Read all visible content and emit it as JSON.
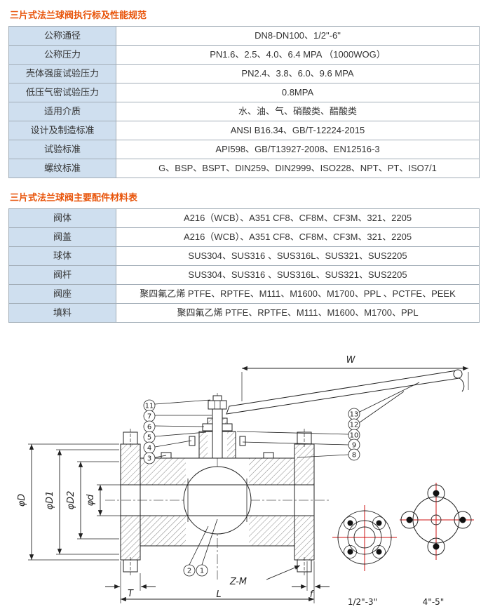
{
  "titles": {
    "spec": "三片式法兰球阀执行标及性能规范",
    "materials": "三片式法兰球阀主要配件材料表"
  },
  "spec_table": {
    "rows": [
      {
        "label": "公称通径",
        "value": "DN8-DN100、1/2\"-6\""
      },
      {
        "label": "公称压力",
        "value": "PN1.6、2.5、4.0、6.4 MPA （1000WOG）"
      },
      {
        "label": "壳体强度试验压力",
        "value": "PN2.4、3.8、6.0、9.6 MPA"
      },
      {
        "label": "低压气密试验压力",
        "value": "0.8MPA"
      },
      {
        "label": "适用介质",
        "value": "水、油、气、硝酸类、醋酸类"
      },
      {
        "label": "设计及制造标准",
        "value": "ANSI B16.34、GB/T-12224-2015"
      },
      {
        "label": "试验标准",
        "value": "API598、GB/T13927-2008、EN12516-3"
      },
      {
        "label": "螺纹标准",
        "value": "G、BSP、BSPT、DIN259、DIN2999、ISO228、NPT、PT、ISO7/1"
      }
    ]
  },
  "materials_table": {
    "rows": [
      {
        "label": "阀体",
        "value": "A216（WCB）、A351 CF8、CF8M、CF3M、321、2205"
      },
      {
        "label": "阀盖",
        "value": "A216（WCB）、A351 CF8、CF8M、CF3M、321、2205"
      },
      {
        "label": "球体",
        "value": "SUS304、SUS316 、SUS316L、SUS321、SUS2205"
      },
      {
        "label": "阀杆",
        "value": "SUS304、SUS316 、SUS316L、SUS321、SUS2205"
      },
      {
        "label": "阀座",
        "value": "聚四氟乙烯 PTFE、RPTFE、M111、M1600、M1700、PPL 、PCTFE、PEEK"
      },
      {
        "label": "填料",
        "value": "聚四氟乙烯 PTFE、RPTFE、M111、M1600、M1700、PPL"
      }
    ]
  },
  "drawing": {
    "dims": {
      "w": "W",
      "phi_d": "φD",
      "phi_d1": "φD1",
      "phi_d2": "φD2",
      "phi_d_small": "φd",
      "t": "T",
      "l": "L",
      "f": "f",
      "zm": "Z-M"
    },
    "callouts_left": [
      "11",
      "7",
      "6",
      "5",
      "4",
      "3"
    ],
    "callouts_right": [
      "13",
      "12",
      "10",
      "9",
      "8"
    ],
    "callouts_bottom": [
      "2",
      "1"
    ],
    "flange_views": {
      "small_label": "1/2\"-3\"",
      "large_label": "4\"-5\""
    },
    "colors": {
      "centerline_red": "#cc1111",
      "title_orange": "#e8540a",
      "table_header_blue": "#cfdfef"
    }
  }
}
